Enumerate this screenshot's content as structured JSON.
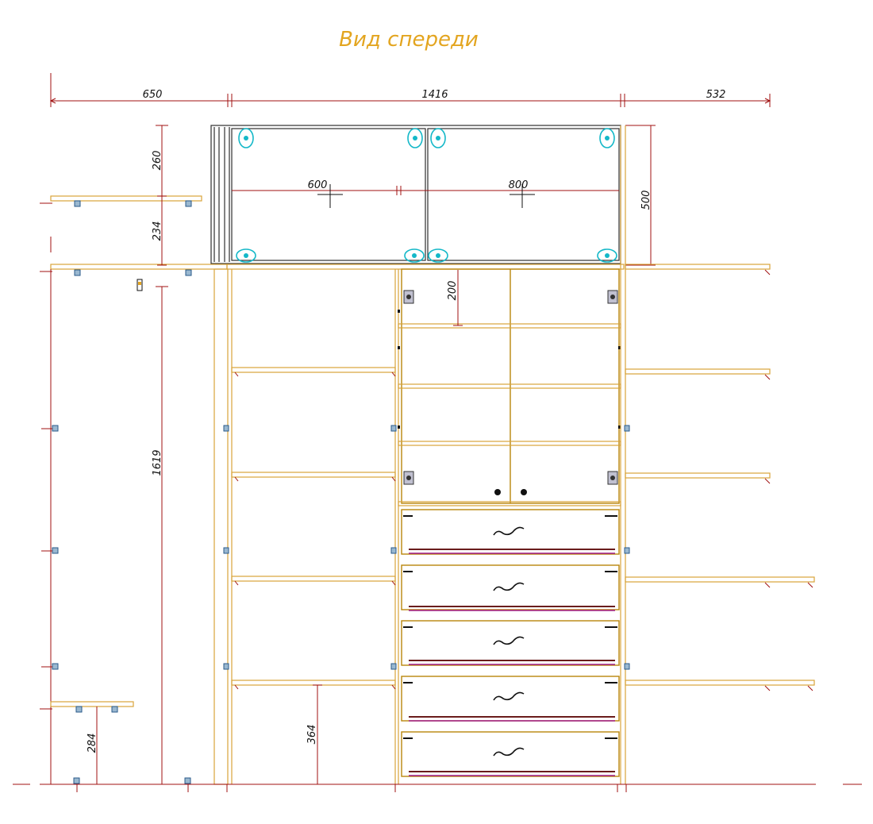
{
  "title": "Вид спереди",
  "dimensions": {
    "left_width": "650",
    "center_width": "1416",
    "right_width": "532",
    "top_shelf_gap": "260",
    "shelf_gap": "234",
    "top_cabinet_height": "500",
    "door_left_width": "600",
    "door_right_width": "800",
    "center_top_gap": "200",
    "left_height": "1619",
    "left_bottom_shelf": "284",
    "center_bottom_shelf": "364"
  },
  "colors": {
    "title": "#e3a520",
    "panel": "#d9a43a",
    "dimension": "#a01010",
    "hinge": "#14b8c8",
    "runner": "#a01c8a"
  }
}
